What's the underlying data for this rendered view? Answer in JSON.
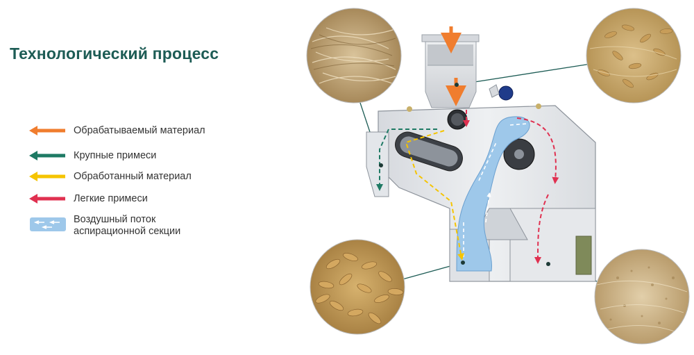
{
  "title": "Технологический процесс",
  "colors": {
    "title": "#1d5c55",
    "processed_material": "#f07d2e",
    "large_impurities": "#1e7a64",
    "treated_material": "#f5c400",
    "light_impurities": "#e03050",
    "airflow": "#9ec8ea",
    "machine_body": "#e8eaed"
  },
  "legend": [
    {
      "label": "Обрабатываемый материал",
      "icon": "arrow-left-icon",
      "color_key": "processed_material"
    },
    {
      "label": "Крупные примеси",
      "icon": "arrow-left-icon",
      "color_key": "large_impurities"
    },
    {
      "label": "Обработанный материал",
      "icon": "arrow-left-icon",
      "color_key": "treated_material"
    },
    {
      "label": "Легкие примеси",
      "icon": "arrow-left-icon",
      "color_key": "light_impurities"
    },
    {
      "label": "Воздушный поток\nаспирационной секции",
      "icon": "airflow-icon",
      "color_key": "airflow"
    }
  ],
  "photo_callouts": [
    {
      "name": "large-impurities-photo",
      "texture": "straw"
    },
    {
      "name": "input-grain-photo",
      "texture": "raw-grain"
    },
    {
      "name": "clean-grain-photo",
      "texture": "clean-grain"
    },
    {
      "name": "light-impurities-photo",
      "texture": "chaff"
    }
  ]
}
